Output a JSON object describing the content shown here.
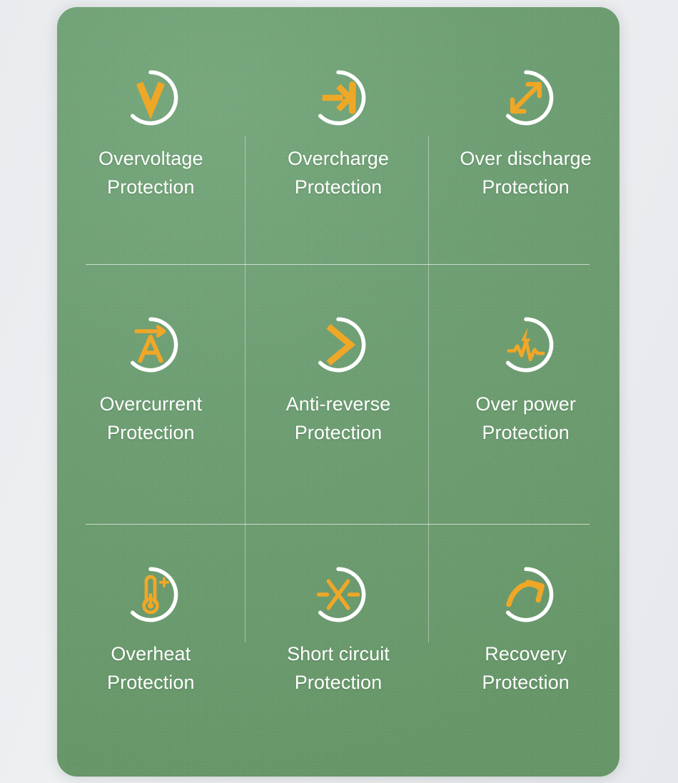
{
  "card": {
    "background_color": "#6F9F74",
    "accent_color": "#EFA728",
    "ring_color": "#FFFFFF",
    "text_color": "#FFFFFF",
    "page_background": "#ECEEF1"
  },
  "features": [
    {
      "id": "overvoltage",
      "icon": "voltage-v-icon",
      "label": "Overvoltage\nProtection",
      "title": "Overvoltage",
      "subtitle": "Protection"
    },
    {
      "id": "overcharge",
      "icon": "arrow-into-bar-icon",
      "label": "Overcharge\nProtection",
      "title": "Overcharge",
      "subtitle": "Protection"
    },
    {
      "id": "over-discharge",
      "icon": "diagonal-double-arrow-icon",
      "label": "Over discharge\nProtection",
      "title": "Over discharge",
      "subtitle": "Protection"
    },
    {
      "id": "overcurrent",
      "icon": "ampere-a-arrow-icon",
      "label": "Overcurrent\nProtection",
      "title": "Overcurrent",
      "subtitle": "Protection"
    },
    {
      "id": "anti-reverse",
      "icon": "chevron-right-icon",
      "label": "Anti-reverse\nProtection",
      "title": "Anti-reverse",
      "subtitle": "Protection"
    },
    {
      "id": "over-power",
      "icon": "waveform-bolt-icon",
      "label": "Over power\nProtection",
      "title": "Over power",
      "subtitle": "Protection"
    },
    {
      "id": "overheat",
      "icon": "thermometer-plus-icon",
      "label": "Overheat\nProtection",
      "title": "Overheat",
      "subtitle": "Protection"
    },
    {
      "id": "short-circuit",
      "icon": "crossed-wire-x-icon",
      "label": "Short circuit\nProtection",
      "title": "Short circuit",
      "subtitle": "Protection"
    },
    {
      "id": "recovery",
      "icon": "curved-arrow-right-icon",
      "label": "Recovery\nProtection",
      "title": "Recovery",
      "subtitle": "Protection"
    }
  ]
}
